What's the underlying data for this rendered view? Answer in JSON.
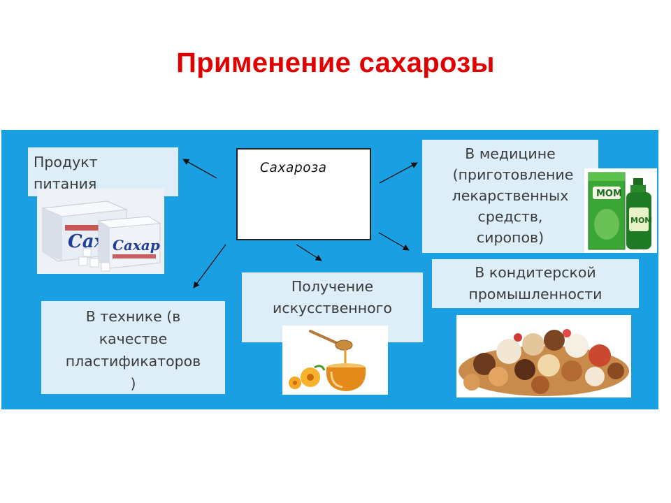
{
  "slide": {
    "title": "Применение сахарозы",
    "center_label": "Сахароза",
    "boxes": {
      "food": [
        "Продукт",
        "питания"
      ],
      "medicine": [
        "В медицине",
        "(приготовление",
        "лекарственных",
        "средств,",
        "сиропов)"
      ],
      "technique": [
        "В технике (в",
        "качестве",
        "пластификаторов",
        ")"
      ],
      "artificial": [
        "Получение",
        "искусственного"
      ],
      "confectionery": [
        "В кондитерской",
        "промышленности"
      ]
    },
    "image_texts": {
      "sugar_pack": "Сахар",
      "syrup_brand": "МОМ"
    }
  },
  "colors": {
    "title": "#e00000",
    "panel": "#1aa0e2",
    "box": "#ddeef9",
    "box_text": "#3b3b3b"
  },
  "icons": [
    "sugar-package-image",
    "syrup-bottle-image",
    "honey-jar-image",
    "pastries-image"
  ]
}
